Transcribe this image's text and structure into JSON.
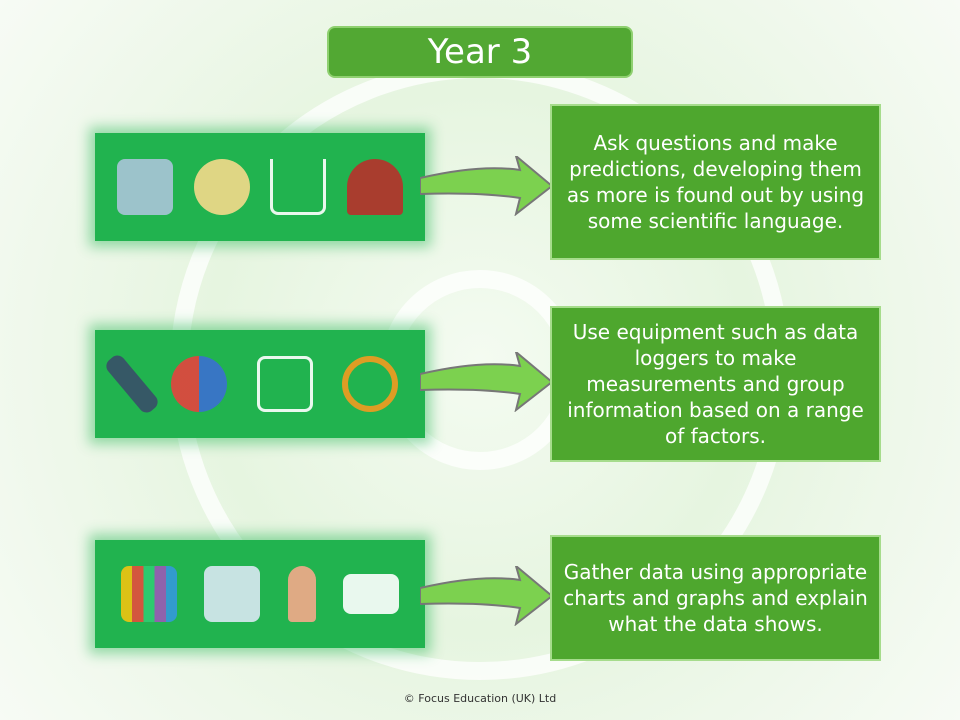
{
  "title": "Year 3",
  "rows": [
    {
      "text": "Ask questions and make predictions, developing them as more is found out by using some scientific language.",
      "icons": [
        "ab-cards-icon",
        "magnifying-girl-icon",
        "sorting-icon",
        "questioning-person-icon"
      ]
    },
    {
      "text": "Use equipment such as data loggers to make measurements and group information based on a range of factors.",
      "icons": [
        "microscope-icon",
        "thermometer-icon",
        "data-logger-icon",
        "magnifying-glass-icon"
      ]
    },
    {
      "text": "Gather data using appropriate charts and graphs and explain what the data shows.",
      "icons": [
        "bar-chart-icon",
        "clipboard-icon",
        "presenter-icon",
        "presenter-chart-icon"
      ]
    }
  ],
  "footer": "© Focus Education (UK) Ltd",
  "colors": {
    "title_bg": "#52a833",
    "panel_bg": "#21b34f",
    "box_bg": "#4ea72e"
  }
}
